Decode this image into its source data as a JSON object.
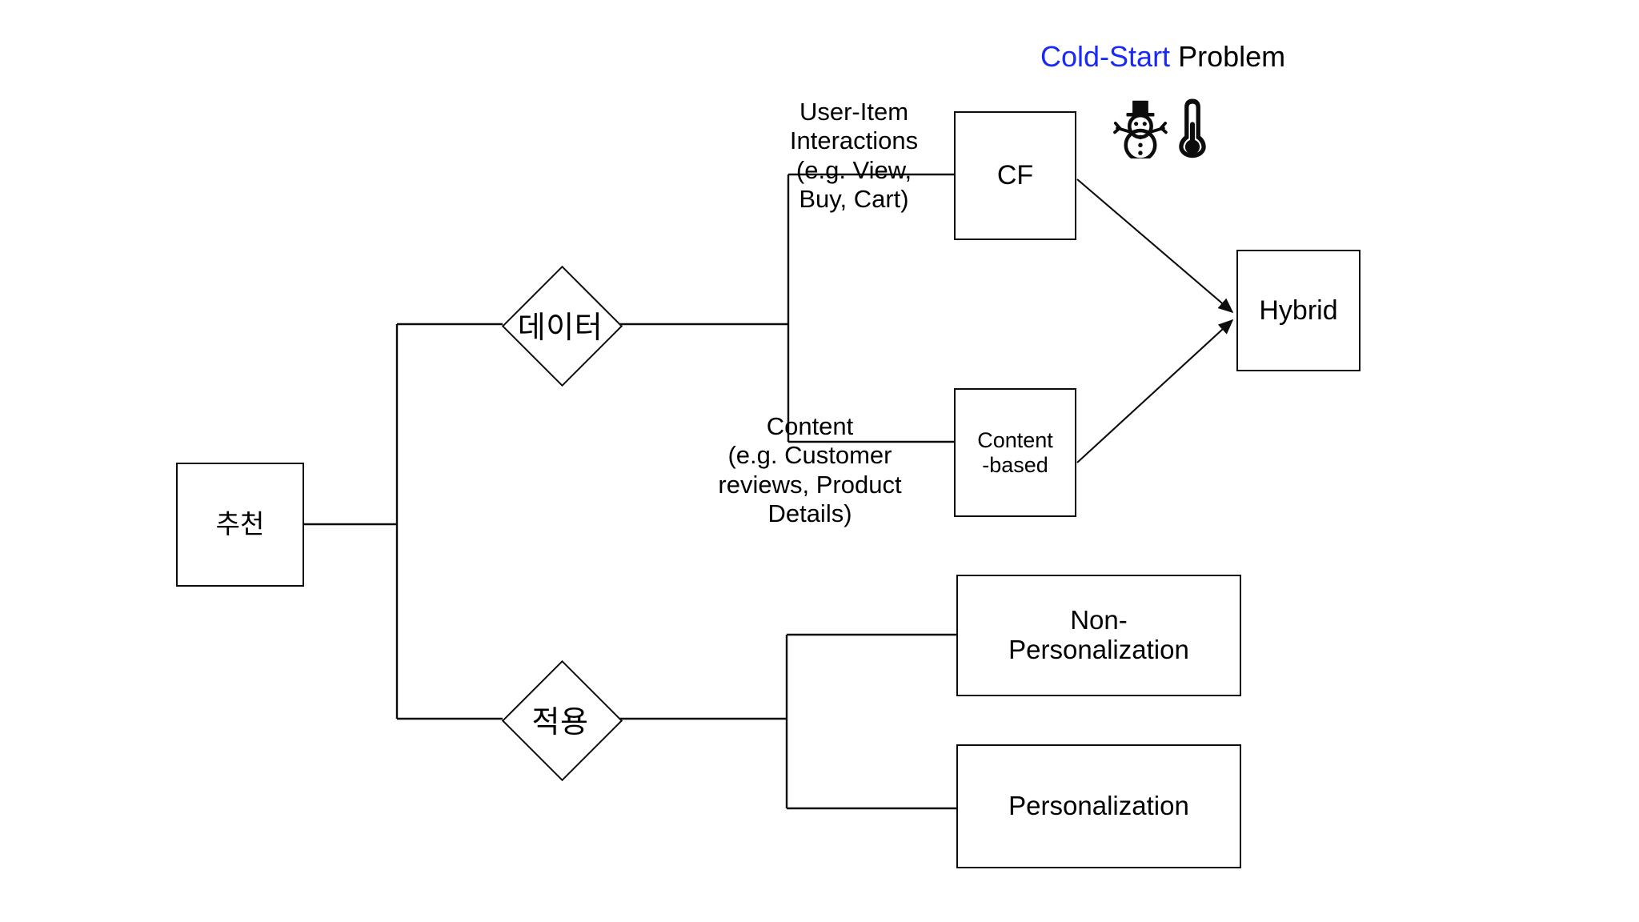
{
  "diagram": {
    "type": "tree-taxonomy",
    "background_color": "#ffffff",
    "line_color": "#0c0c0c",
    "accent_color": "#1a29f5"
  },
  "title": {
    "accent_text": "Cold-Start",
    "rest_text": " Problem"
  },
  "icons": {
    "snowman": "snowman-icon",
    "thermometer": "thermometer-icon"
  },
  "nodes": {
    "root": {
      "label": "추천",
      "shape": "rect"
    },
    "branch_data": {
      "label": "데이터",
      "shape": "diamond"
    },
    "branch_application": {
      "label": "적용",
      "shape": "diamond"
    },
    "cf": {
      "label": "CF",
      "shape": "rect"
    },
    "content_based": {
      "label": "Content\n-based",
      "shape": "rect"
    },
    "hybrid": {
      "label": "Hybrid",
      "shape": "rect"
    },
    "non_personalization": {
      "label": "Non-\nPersonalization",
      "shape": "rect"
    },
    "personalization": {
      "label": "Personalization",
      "shape": "rect"
    }
  },
  "edge_labels": {
    "user_item": "User-Item\nInteractions\n(e.g. View,\nBuy, Cart)",
    "content": "Content\n(e.g. Customer\nreviews, Product\nDetails)"
  },
  "edges": [
    {
      "from": "root",
      "to": "branch_data",
      "style": "orthogonal"
    },
    {
      "from": "root",
      "to": "branch_application",
      "style": "orthogonal"
    },
    {
      "from": "branch_data",
      "to": "cf",
      "style": "orthogonal",
      "label": "user_item"
    },
    {
      "from": "branch_data",
      "to": "content_based",
      "style": "orthogonal",
      "label": "content"
    },
    {
      "from": "cf",
      "to": "hybrid",
      "style": "arrow"
    },
    {
      "from": "content_based",
      "to": "hybrid",
      "style": "arrow"
    },
    {
      "from": "branch_application",
      "to": "non_personalization",
      "style": "orthogonal"
    },
    {
      "from": "branch_application",
      "to": "personalization",
      "style": "orthogonal"
    }
  ]
}
